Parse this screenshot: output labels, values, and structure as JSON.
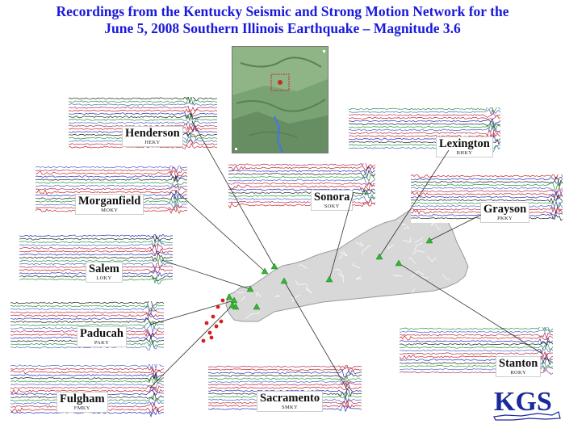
{
  "title_line1": "Recordings from the Kentucky Seismic and Strong Motion Network for the",
  "title_line2": "June 5, 2008 Southern Illinois Earthquake – Magnitude 3.6",
  "stations": [
    {
      "name": "Henderson",
      "code": "HEKY"
    },
    {
      "name": "Lexington",
      "code": "BHKY"
    },
    {
      "name": "Morganfield",
      "code": "MOKY"
    },
    {
      "name": "Sonora",
      "code": "SOKY"
    },
    {
      "name": "Grayson",
      "code": "PKKY"
    },
    {
      "name": "Salem",
      "code": "LOKY"
    },
    {
      "name": "Paducah",
      "code": "PAKY"
    },
    {
      "name": "Stanton",
      "code": "ROKY"
    },
    {
      "name": "Fulgham",
      "code": "FMKY"
    },
    {
      "name": "Sacramento",
      "code": "SMKY"
    }
  ],
  "logo_text": "KGS",
  "colors": {
    "title": "#1a1adc",
    "station_marker": "#2fb82f",
    "epicenter_marker": "#d42020",
    "state_fill": "#d8d8d8",
    "logo": "#1a2a9a"
  }
}
